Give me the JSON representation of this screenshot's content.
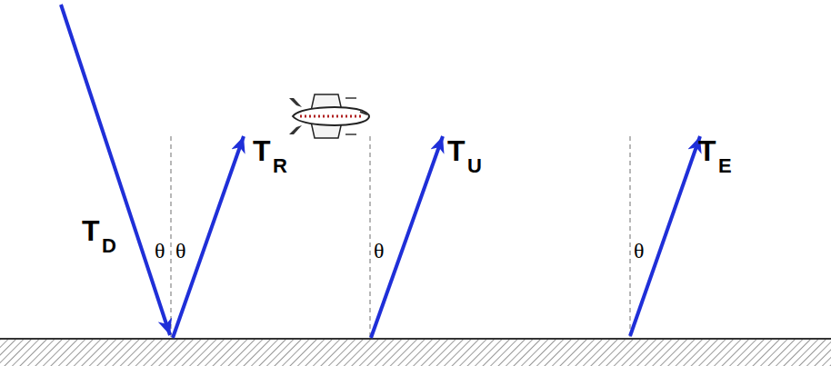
{
  "diagram": {
    "labels": [
      "T",
      "R",
      "T",
      "U",
      "T",
      "E",
      "T",
      "D",
      "θ",
      "θ",
      "θ",
      "θ"
    ]
  }
}
